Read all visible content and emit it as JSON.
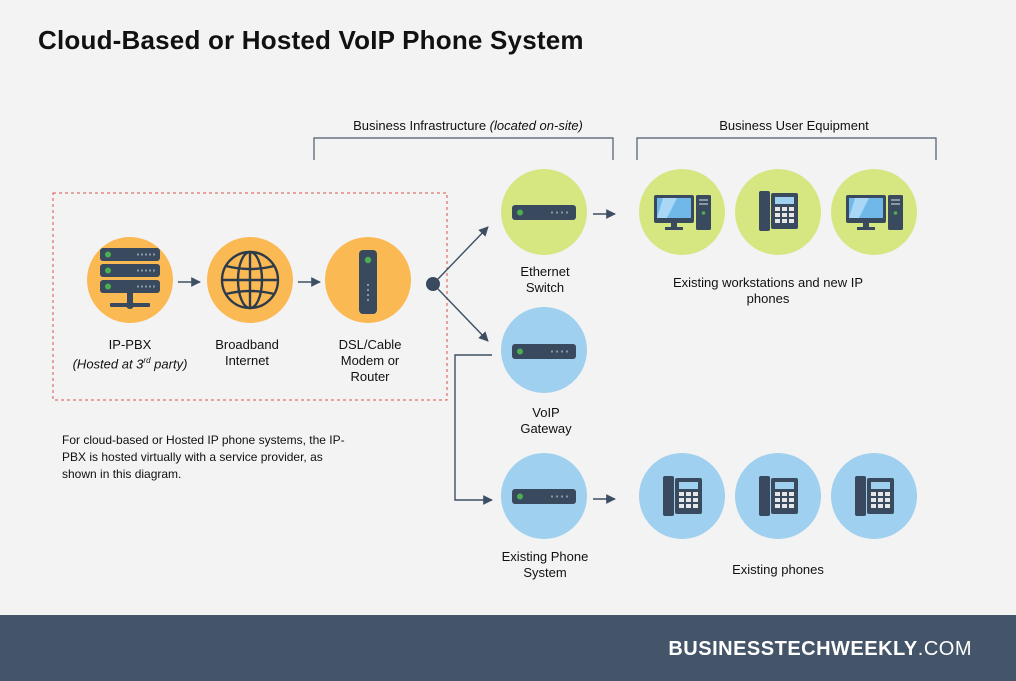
{
  "title": "Cloud-Based or Hosted VoIP Phone System",
  "brackets": {
    "infrastructure_label": "Business Infrastructure",
    "infrastructure_sublabel": "(located on-site)",
    "user_equipment_label": "Business User Equipment"
  },
  "hosted_group": {
    "ip_pbx": {
      "line1": "IP-PBX",
      "line2_prefix": "(Hosted at 3",
      "line2_sup": "rd",
      "line2_suffix": " party)"
    },
    "broadband": {
      "line1": "Broadband",
      "line2": "Internet"
    },
    "modem": {
      "line1": "DSL/Cable",
      "line2": "Modem or",
      "line3": "Router"
    }
  },
  "infrastructure": {
    "ethernet_switch": {
      "line1": "Ethernet",
      "line2": "Switch"
    },
    "voip_gateway": {
      "line1": "VoIP",
      "line2": "Gateway"
    },
    "phone_system": {
      "line1": "Existing Phone",
      "line2": "System"
    }
  },
  "user_equipment": {
    "workstations_label_line1": "Existing workstations and new IP",
    "workstations_label_line2": "phones",
    "phones_label": "Existing phones"
  },
  "note": "For cloud-based  or Hosted IP phone systems, the IP-PBX is hosted virtually with a service provider, as shown in this diagram.",
  "brand": {
    "strong": "BUSINESSTECHWEEKLY",
    "light": ".COM"
  },
  "colors": {
    "background": "#f3f3f3",
    "footer": "#445569",
    "orange_node": "#fbb954",
    "green_node": "#d6e680",
    "blue_node": "#9fd0ef",
    "device_dark": "#3a4a5e",
    "device_light": "#8a98a6",
    "led_green": "#4caf50",
    "dashed_border": "#d9534f",
    "arrow": "#3d4f63"
  },
  "icons": {
    "ip_pbx": "server-stack-icon",
    "broadband": "globe-icon",
    "modem": "router-icon",
    "ethernet_switch": "switch-icon",
    "voip_gateway": "gateway-icon",
    "phone_system": "phone-system-icon",
    "workstation": "desktop-computer-icon",
    "ip_phone": "desk-phone-icon"
  }
}
